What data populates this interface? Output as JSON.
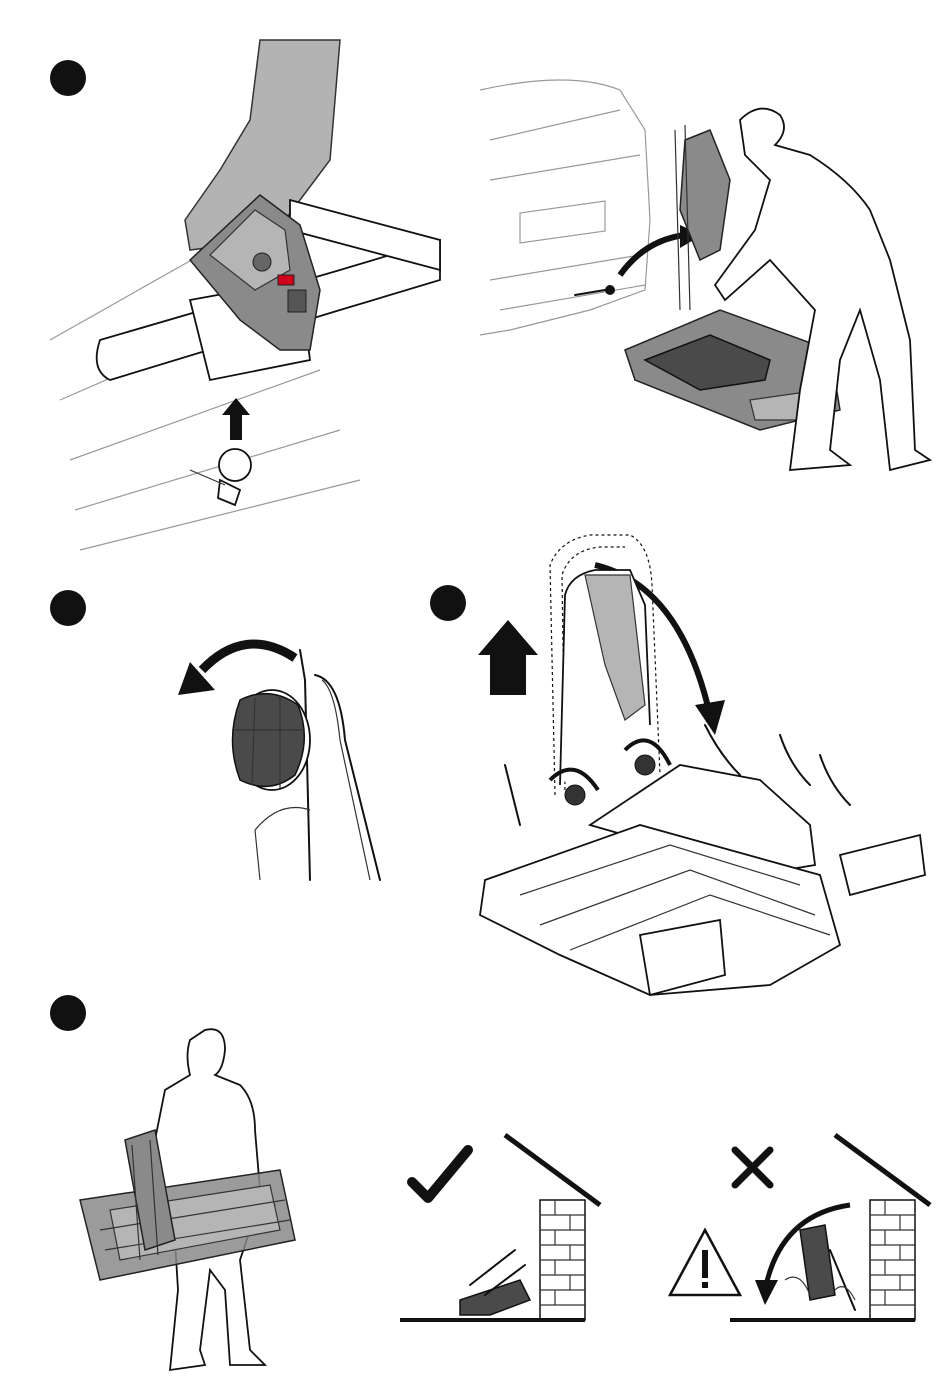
{
  "steps": [
    {
      "id": "attach",
      "marker": "step-1-dot"
    },
    {
      "id": "tighten",
      "marker": "step-2-dot"
    },
    {
      "id": "storage",
      "marker": "step-3-dot"
    }
  ],
  "icons": {
    "correct": "checkmark-icon",
    "incorrect": "cross-icon",
    "warning": "warning-triangle-icon"
  },
  "colors": {
    "ink": "#111111",
    "rack_gray": "#8a8a8a",
    "lock_red": "#d0021b"
  }
}
